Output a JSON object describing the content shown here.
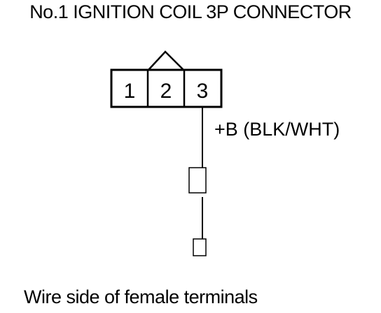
{
  "title": "No.1 IGNITION COIL 3P CONNECTOR",
  "connector": {
    "terminals": [
      "1",
      "2",
      "3"
    ]
  },
  "wire_label": "+B (BLK/WHT)",
  "caption": "Wire side of female terminals"
}
